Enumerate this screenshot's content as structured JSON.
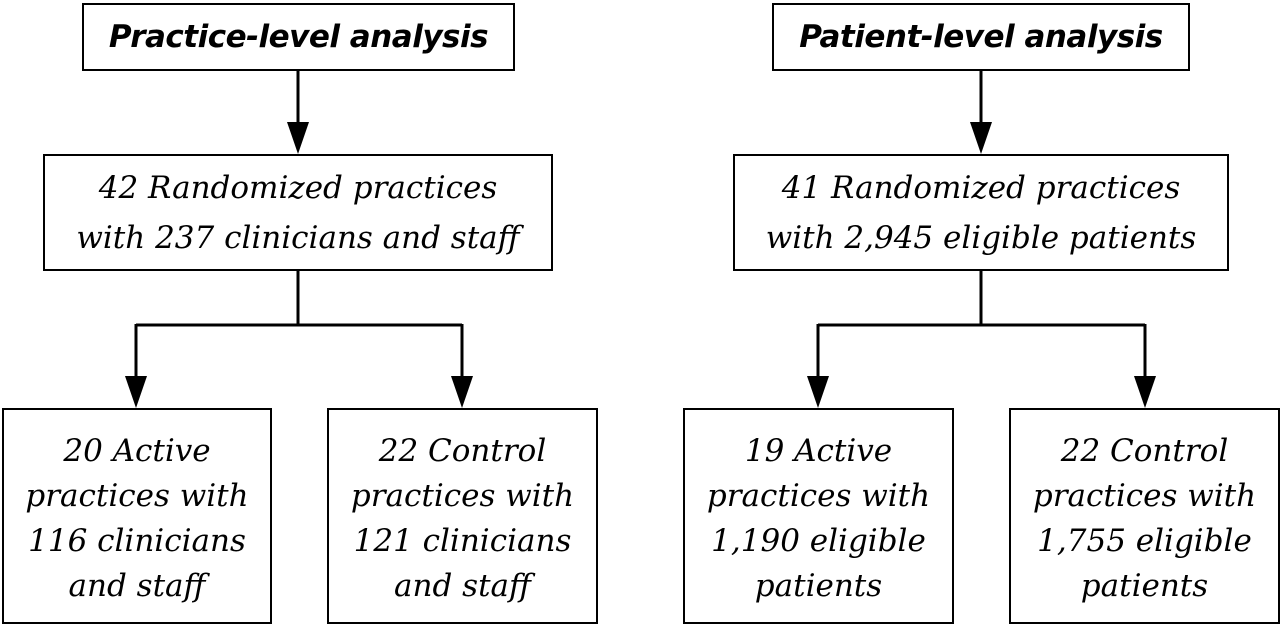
{
  "practice_level": {
    "header": "Practice-level analysis",
    "randomized": {
      "line1": "42 Randomized practices",
      "line2": "with 237 clinicians and staff"
    },
    "active": {
      "line1": "20 Active",
      "line2": "practices with",
      "line3": "116 clinicians",
      "line4": "and staff"
    },
    "control": {
      "line1": "22 Control",
      "line2": "practices with",
      "line3": "121 clinicians",
      "line4": "and staff"
    }
  },
  "patient_level": {
    "header": "Patient-level analysis",
    "randomized": {
      "line1": "41 Randomized practices",
      "line2": "with 2,945 eligible patients"
    },
    "active": {
      "line1": "19 Active",
      "line2": "practices with",
      "line3": "1,190 eligible",
      "line4": "patients"
    },
    "control": {
      "line1": "22 Control",
      "line2": "practices with",
      "line3": "1,755 eligible",
      "line4": "patients"
    }
  }
}
